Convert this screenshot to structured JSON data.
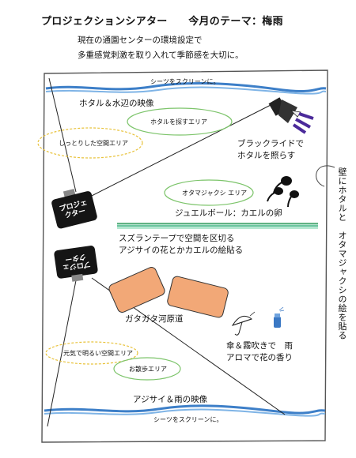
{
  "header": {
    "title": "プロジェクションシアター　　今月のテーマ：梅雨",
    "subtitle_line1": "現在の通園センターの環境設定で",
    "subtitle_line2": "多重感覚刺激を取り入れて季節感を大切に。"
  },
  "screens": {
    "top": "シーツをスクリーンに。",
    "bottom": "シーツをスクリーンに。"
  },
  "labels": {
    "firefly_waterside": "ホタル＆水辺の映像",
    "firefly_search_area": "ホタルを探すエリア",
    "calm_space_area": "しっとりした空間エリア",
    "blacklight": "ブラックライドで\nホタルを照らす",
    "tadpole_area": "オタマジャクシ エリア",
    "gel_ball": "ジュエルボール：カエルの卵",
    "tape": "スズランテープで空間を区切る\nアジサイの花とかカエルの絵貼る",
    "bumpy_path": "ガタガタ河原道",
    "umbrella": "傘＆霧吹きで　雨\nアロマで花の香り",
    "bright_space_area": "元気で明るい空間エリア",
    "walk_area": "お散歩エリア",
    "hydrangea_rain": "アジサイ＆雨の映像",
    "wall_note": "壁にホタルと　オタマジャクシの絵を貼る",
    "projector_1": "プロジェ\nクター",
    "projector_2": "プロジェ\nクター"
  },
  "colors": {
    "oval_green": "#7cc46a",
    "oval_yellow": "#e8c23a",
    "stone": "#f2a877",
    "water": "#3d7fc8",
    "tape_green": "#6cc6a0",
    "blacklight_purple": "#4b2a9a"
  }
}
